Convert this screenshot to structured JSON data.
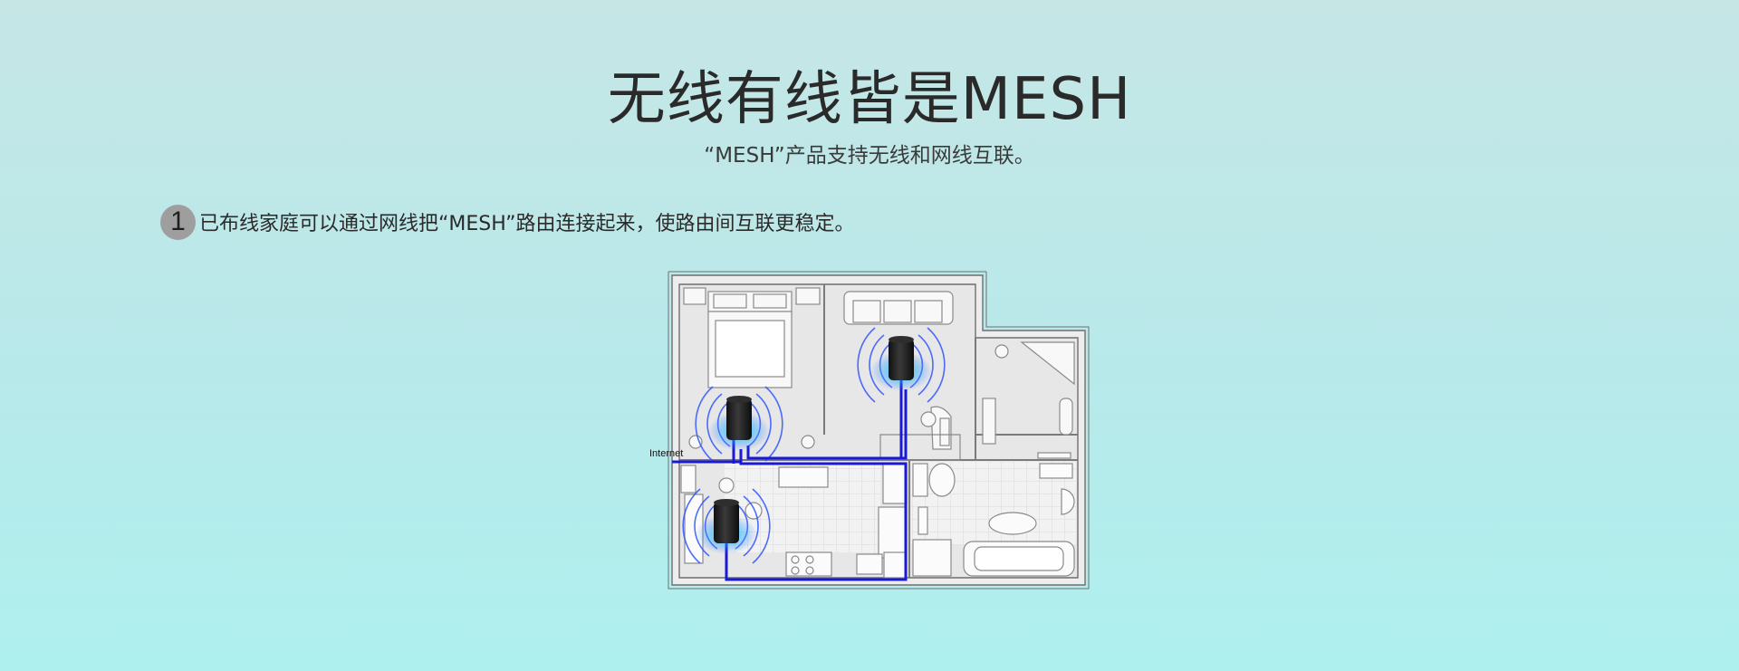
{
  "header": {
    "title": "无线有线皆是MESH",
    "subtitle": "“MESH”产品支持无线和网线互联。"
  },
  "step": {
    "number": "1",
    "text": "已布线家庭可以通过网线把“MESH”路由连接起来，使路由间互联更稳定。"
  },
  "diagram": {
    "internet_label": "Internet",
    "cable_color": "#1a1ad6",
    "wifi_color": "#2f6bff",
    "router_glow_color": "#19c4ff",
    "router_count": 3
  }
}
